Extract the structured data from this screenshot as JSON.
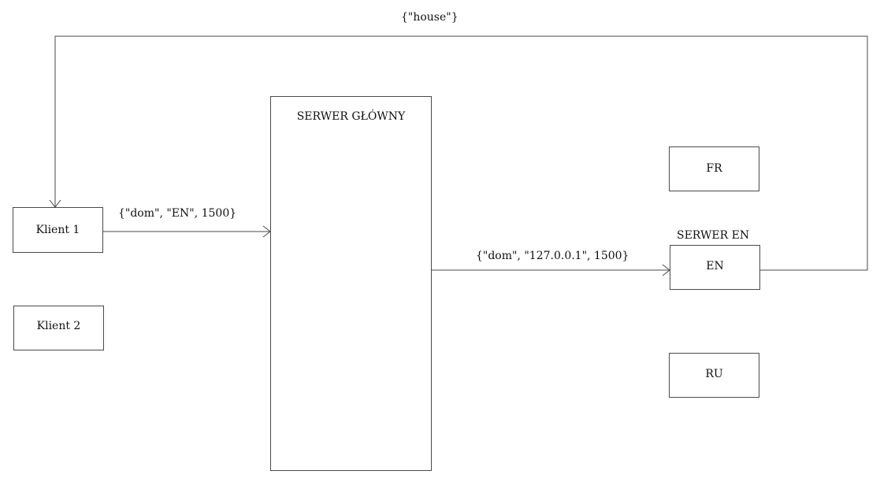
{
  "nodes": {
    "klient_1": "Klient 1",
    "klient_2": "Klient 2",
    "serwer_glowny": "SERWER GŁÓWNY",
    "fr": "FR",
    "en": "EN",
    "en_caption": "SERWER EN",
    "ru": "RU"
  },
  "edges": {
    "request_to_main": "{\"dom\", \"EN\", 1500}",
    "forward_to_en": "{\"dom\", \"127.0.0.1\", 1500}",
    "response_to_client": "{\"house\"}"
  },
  "colors": {
    "line": "#4a4a4a",
    "text": "#111111"
  }
}
